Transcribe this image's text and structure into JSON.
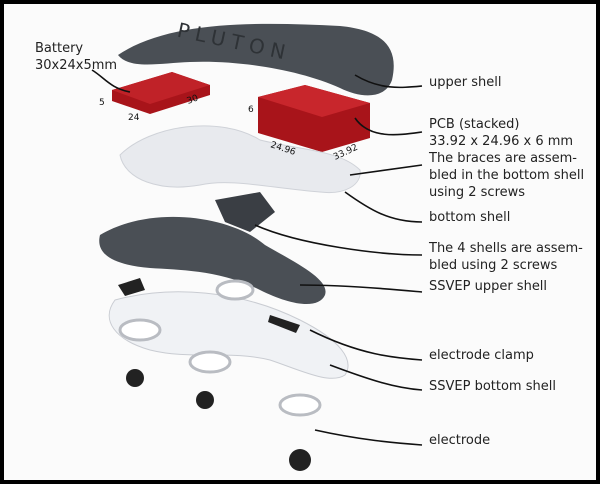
{
  "title_logo": "PLUTON",
  "labels": {
    "battery": [
      "Battery",
      "30x24x5mm"
    ],
    "upper_shell": "upper shell",
    "pcb": [
      "PCB (stacked)",
      "33.92 x 24.96 x 6 mm"
    ],
    "braces": [
      "The braces are assem-",
      "bled in the bottom shell",
      "using 2 screws"
    ],
    "bottom_shell": "bottom shell",
    "four_shells": [
      "The 4 shells are assem-",
      "bled using 2 screws"
    ],
    "ssvep_upper": "SSVEP upper shell",
    "electrode_clamp": "electrode clamp",
    "ssvep_bottom": "SSVEP bottom shell",
    "electrode": "electrode"
  },
  "dimensions": {
    "battery": {
      "h": "5",
      "w": "24",
      "d": "30"
    },
    "pcb": {
      "h": "6",
      "w": "24.96",
      "d": "33.92"
    }
  },
  "colors": {
    "shell_dark": "#4a4f55",
    "component_red": "#a8141a",
    "shell_white": "#e8eaee"
  }
}
